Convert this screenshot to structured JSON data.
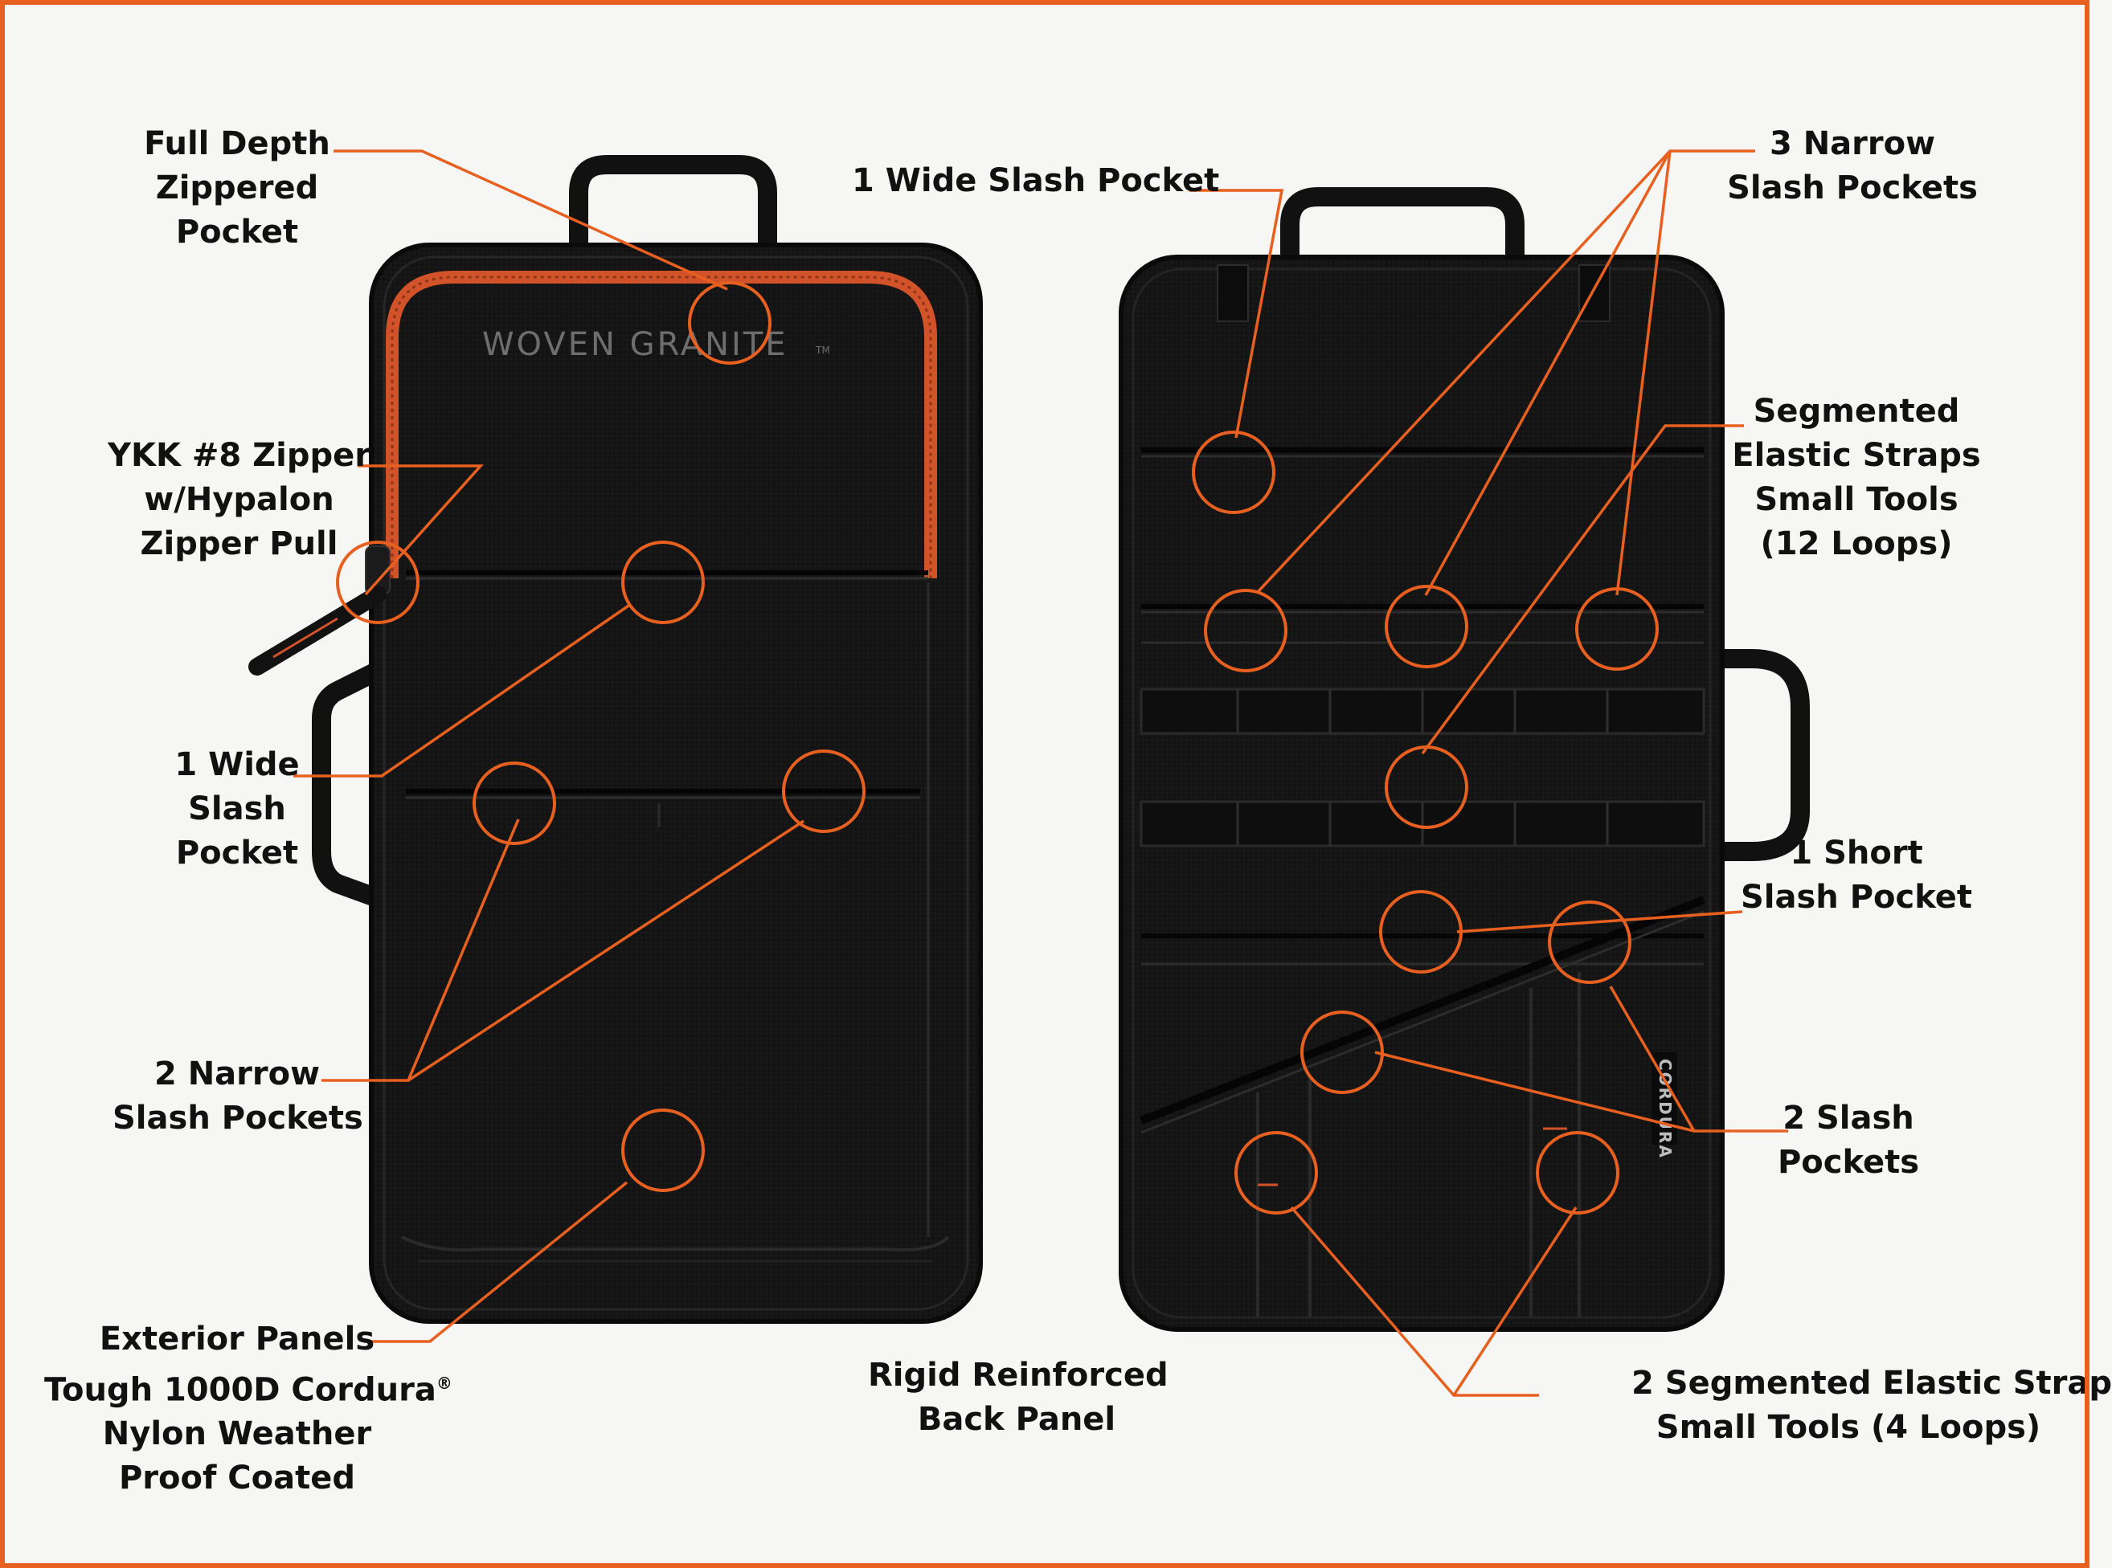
{
  "brand": {
    "name": "WOVEN GRANITE",
    "tm": "TM",
    "side_tag": "CORDURA"
  },
  "colors": {
    "accent": "#e8601f",
    "bag": "#141414",
    "background": "#f6f6f5"
  },
  "labels": {
    "full_depth": [
      "Full Depth",
      "Zippered",
      "Pocket"
    ],
    "ykk": [
      "YKK #8 Zipper",
      "w/Hypalon",
      "Zipper Pull"
    ],
    "wide_left": [
      "1 Wide",
      "Slash",
      "Pocket"
    ],
    "two_narrow": [
      "2 Narrow",
      "Slash Pockets"
    ],
    "exterior": [
      "Exterior Panels",
      "Tough 1000D Cordura",
      "Nylon Weather",
      "Proof Coated"
    ],
    "registered": "®",
    "wide_right": [
      "1 Wide Slash Pocket"
    ],
    "back_panel": [
      "Rigid Reinforced",
      "Back Panel"
    ],
    "three_narrow": [
      "3 Narrow",
      "Slash Pockets"
    ],
    "segmented_12": [
      "Segmented",
      "Elastic Straps",
      "Small Tools",
      "(12 Loops)"
    ],
    "short_slash": [
      "1 Short",
      "Slash Pocket"
    ],
    "two_slash": [
      "2 Slash",
      "Pockets"
    ],
    "segmented_4": [
      "2 Segmented Elastic Strap",
      "Small Tools (4 Loops)"
    ]
  }
}
